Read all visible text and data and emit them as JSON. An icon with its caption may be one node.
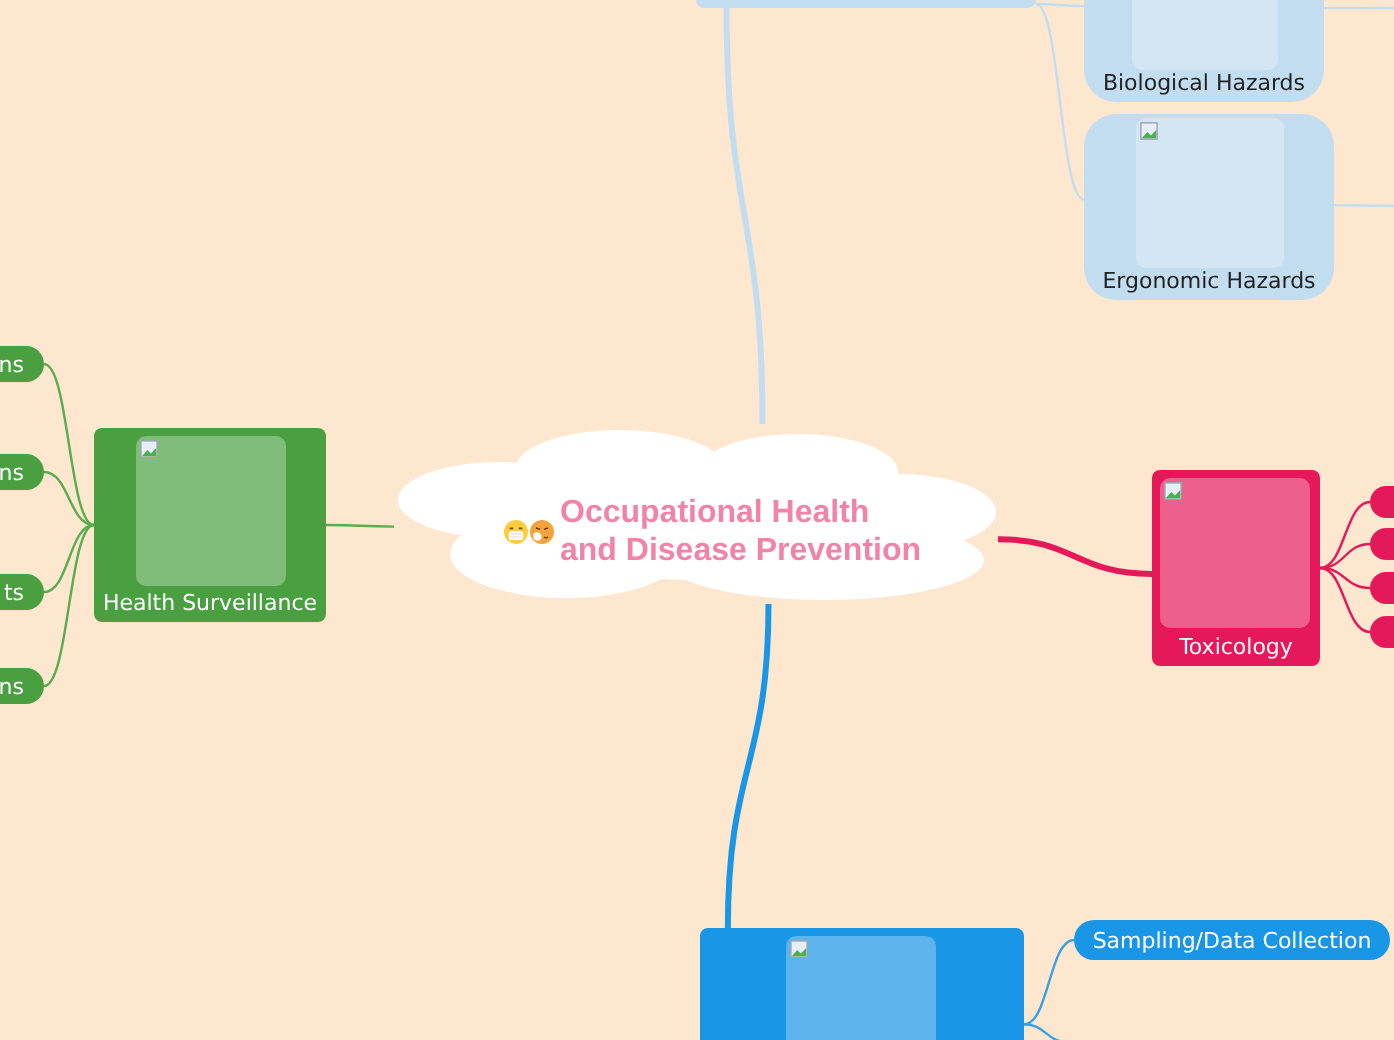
{
  "diagram": {
    "nodes": [
      {
        "text": [],
        "shape": "box"
      },
      {
        "text": [
          "Biological Hazards"
        ]
      },
      {
        "text": [
          "Ergonomic Hazards"
        ]
      },
      {
        "text": [
          "ns"
        ]
      },
      {
        "text": [
          "ns"
        ]
      },
      {
        "text": [
          "ts"
        ]
      },
      {
        "text": [
          "ns"
        ]
      },
      {
        "text": [
          "Health Surveillance"
        ]
      },
      {
        "text": [
          "Occupational Health and Disease Prevention"
        ]
      },
      {
        "text": [
          "Toxicology"
        ]
      },
      {
        "text": [],
        "shape": "box"
      },
      {
        "text": [],
        "shape": "box"
      },
      {
        "text": [],
        "shape": "box"
      },
      {
        "text": [],
        "shape": "box"
      },
      {
        "text": [],
        "shape": "box"
      },
      {
        "text": [
          "Sampling/Data Collection"
        ]
      }
    ],
    "edges": [
      {
        "from": 8,
        "to": 0,
        "arrow": "none",
        "style": "thick",
        "color": "#c3ddf0"
      },
      {
        "from": 0,
        "to": 1,
        "arrow": "none",
        "color": "#c3ddf0"
      },
      {
        "from": 0,
        "to": 2,
        "arrow": "none",
        "color": "#c3ddf0"
      },
      {
        "from": 1,
        "to": null,
        "arrow": "none",
        "color": "#c3ddf0"
      },
      {
        "from": 2,
        "to": null,
        "arrow": "none",
        "color": "#c3ddf0"
      },
      {
        "from": 8,
        "to": 7,
        "arrow": "none",
        "color": "#5aad4e"
      },
      {
        "from": 7,
        "to": 3,
        "arrow": "none",
        "color": "#5aad4e"
      },
      {
        "from": 7,
        "to": 4,
        "arrow": "none",
        "color": "#5aad4e"
      },
      {
        "from": 7,
        "to": 5,
        "arrow": "none",
        "color": "#5aad4e"
      },
      {
        "from": 7,
        "to": 6,
        "arrow": "none",
        "color": "#5aad4e"
      },
      {
        "from": 8,
        "to": 9,
        "arrow": "none",
        "style": "thick",
        "color": "#e5195a"
      },
      {
        "from": 9,
        "to": 10,
        "arrow": "none",
        "color": "#e5195a"
      },
      {
        "from": 9,
        "to": 11,
        "arrow": "none",
        "color": "#e5195a"
      },
      {
        "from": 9,
        "to": 12,
        "arrow": "none",
        "color": "#e5195a"
      },
      {
        "from": 9,
        "to": 13,
        "arrow": "none",
        "color": "#e5195a"
      },
      {
        "from": 8,
        "to": 14,
        "arrow": "none",
        "style": "thick",
        "color": "#1a96e6"
      },
      {
        "from": 14,
        "to": 15,
        "arrow": "none",
        "color": "#3aa0e6"
      },
      {
        "from": 14,
        "to": null,
        "arrow": "none",
        "color": "#3aa0e6"
      }
    ]
  }
}
